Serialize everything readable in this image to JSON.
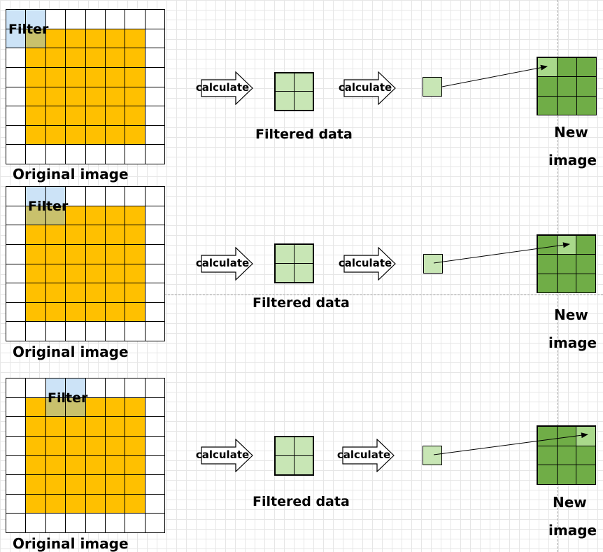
{
  "colors": {
    "orange": "#FFC000",
    "filter_blue": "#CCE3F7",
    "overlap": "#C9C16C",
    "light_green": "#C8E6B5",
    "dark_green": "#70AD47",
    "highlight_green": "#A9D98B"
  },
  "steps": [
    {
      "original_label": "Original image",
      "filter_label": "Filter",
      "filter_col": 0,
      "arrow1_label": "calculate",
      "filtered_label": "Filtered data",
      "arrow2_label": "calculate",
      "new_label_1": "New",
      "new_label_2": "image",
      "output_col": 0
    },
    {
      "original_label": "Original image",
      "filter_label": "Filter",
      "filter_col": 1,
      "arrow1_label": "calculate",
      "filtered_label": "Filtered data",
      "arrow2_label": "calculate",
      "new_label_1": "New",
      "new_label_2": "image",
      "output_col": 1
    },
    {
      "original_label": "Original image",
      "filter_label": "Filter",
      "filter_col": 2,
      "arrow1_label": "calculate",
      "filtered_label": "Filtered data",
      "arrow2_label": "calculate",
      "new_label_1": "New",
      "new_label_2": "image",
      "output_col": 2
    }
  ]
}
